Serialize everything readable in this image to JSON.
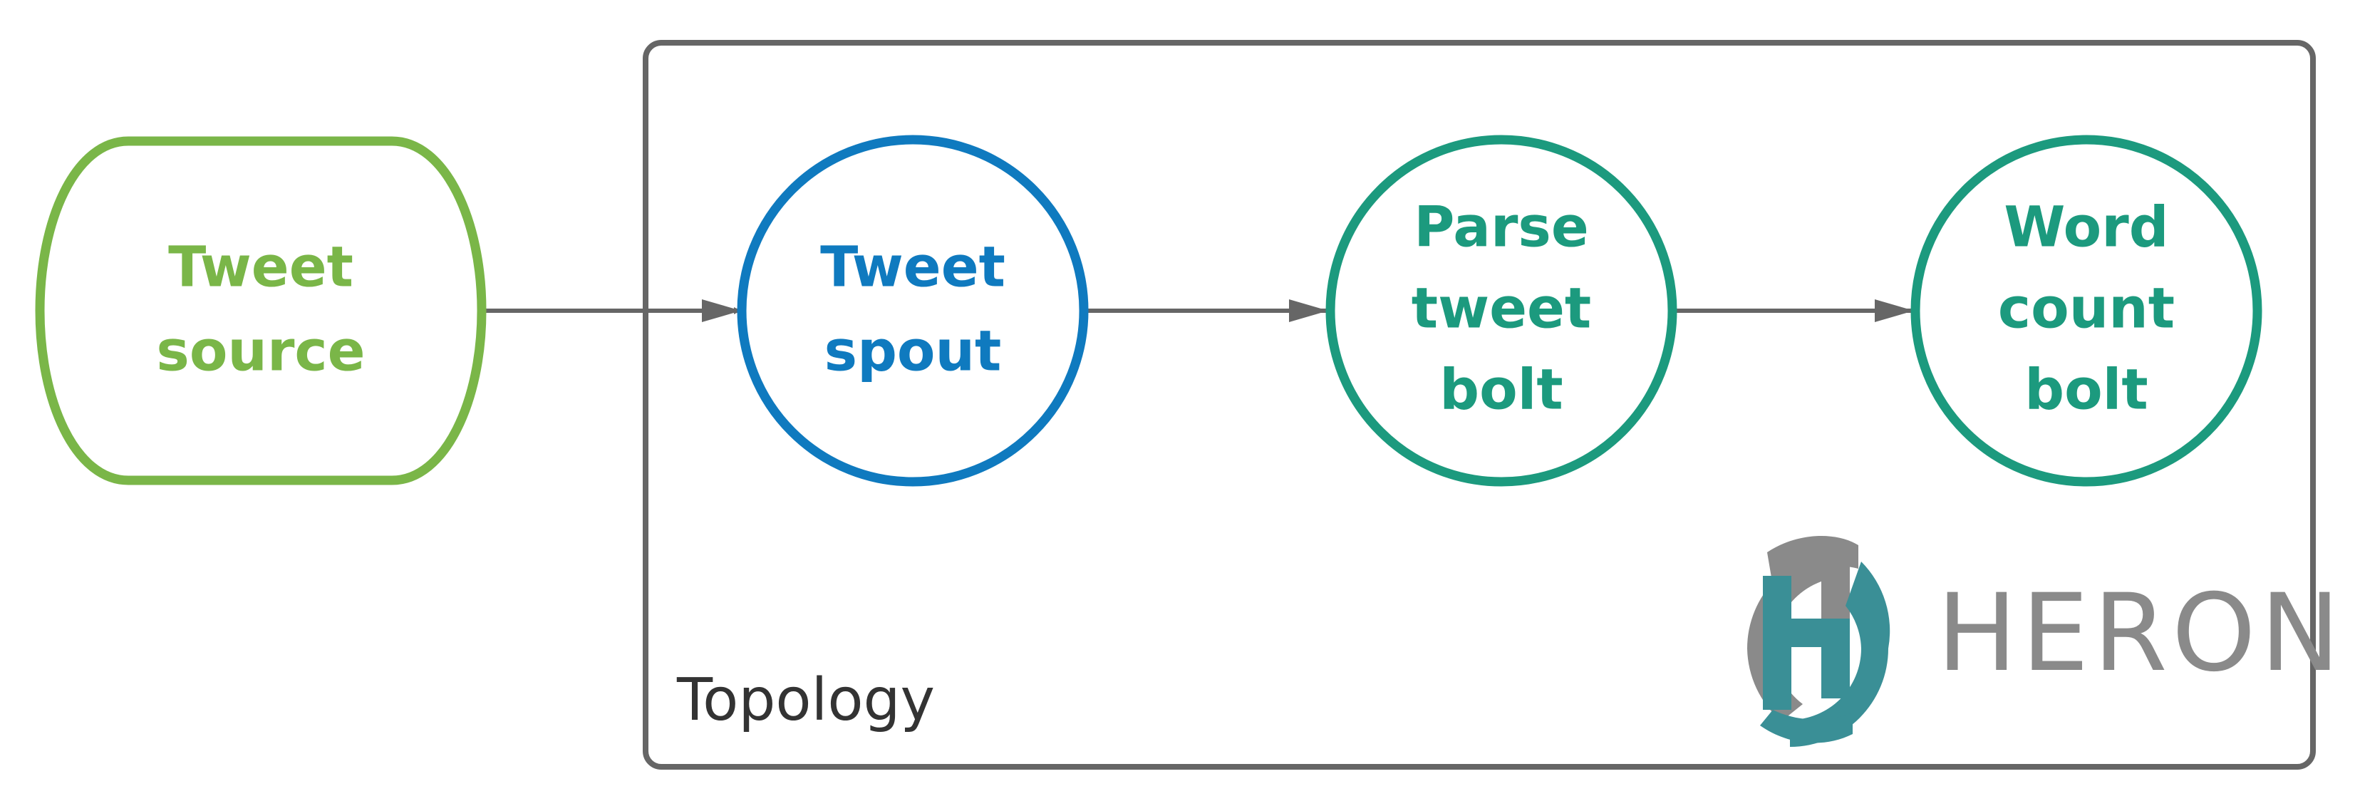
{
  "colors": {
    "source": "#7ab648",
    "spout": "#0f7abf",
    "bolt": "#1c9a7e",
    "frame": "#666666",
    "arrow": "#666666",
    "logo_gray": "#8a8a8a",
    "logo_teal": "#3a8f96",
    "text_dark": "#333333"
  },
  "nodes": {
    "source": {
      "lines": [
        "Tweet",
        "source"
      ]
    },
    "spout": {
      "lines": [
        "Tweet",
        "spout"
      ]
    },
    "parse_bolt": {
      "lines": [
        "Parse",
        "tweet",
        "bolt"
      ]
    },
    "count_bolt": {
      "lines": [
        "Word",
        "count",
        "bolt"
      ]
    }
  },
  "topology_label": "Topology",
  "logo": {
    "text": "HERON"
  }
}
